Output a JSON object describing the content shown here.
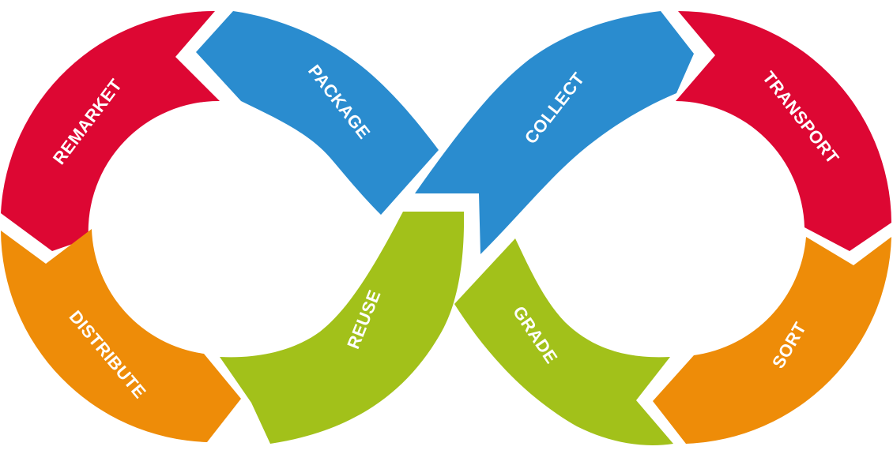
{
  "colors": {
    "red": "#dd0733",
    "blue": "#2a8ccf",
    "orange": "#ee8c08",
    "green": "#a2c11a",
    "label": "#ffffff"
  },
  "segments": [
    {
      "id": "remarket",
      "label": "REMARKET",
      "color": "red"
    },
    {
      "id": "package",
      "label": "PACKAGE",
      "color": "blue"
    },
    {
      "id": "collect",
      "label": "COLLECT",
      "color": "blue"
    },
    {
      "id": "transport",
      "label": "TRANSPORT",
      "color": "red"
    },
    {
      "id": "sort",
      "label": "SORT",
      "color": "orange"
    },
    {
      "id": "grade",
      "label": "GRADE",
      "color": "green"
    },
    {
      "id": "reuse",
      "label": "REUSE",
      "color": "green"
    },
    {
      "id": "distribute",
      "label": "DISTRIBUTE",
      "color": "orange"
    }
  ]
}
